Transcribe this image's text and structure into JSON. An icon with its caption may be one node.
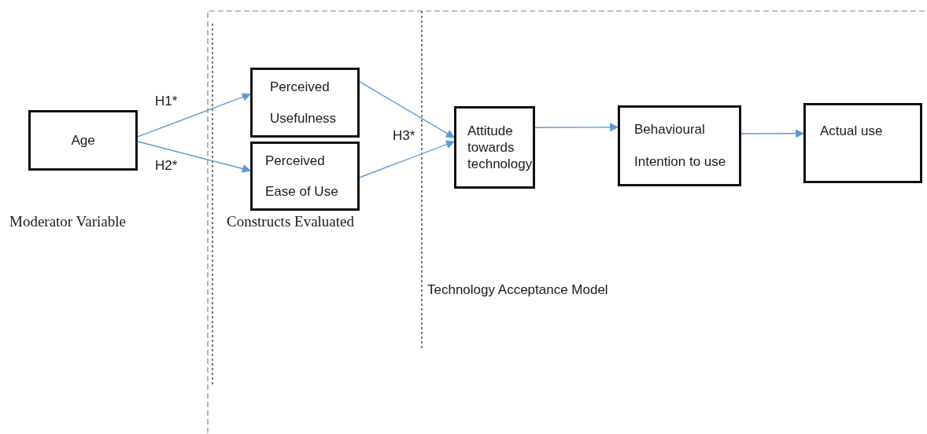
{
  "diagram": {
    "nodes": [
      {
        "text": [
          "Age"
        ]
      },
      {
        "text": [
          "Perceived Usefulness"
        ]
      },
      {
        "text": [
          "Perceived Ease of Use"
        ]
      },
      {
        "text": [
          "Attitude towards technology"
        ]
      },
      {
        "text": [
          "Behavioural Intention to use"
        ]
      },
      {
        "text": [
          "Actual use"
        ]
      }
    ],
    "edges": [
      {
        "from": 0,
        "to": 1,
        "arrow": "to",
        "label": "H1*"
      },
      {
        "from": 0,
        "to": 2,
        "arrow": "to",
        "label": "H2*"
      },
      {
        "from": 1,
        "to": 3,
        "arrow": "to",
        "label": "H3*"
      },
      {
        "from": 2,
        "to": 3,
        "arrow": "to"
      },
      {
        "from": 3,
        "to": 4,
        "arrow": "to"
      },
      {
        "from": 4,
        "to": 5,
        "arrow": "to"
      }
    ],
    "labels": [
      "Moderator Variable",
      "Constructs Evaluated",
      "Technology Acceptance Model"
    ]
  }
}
